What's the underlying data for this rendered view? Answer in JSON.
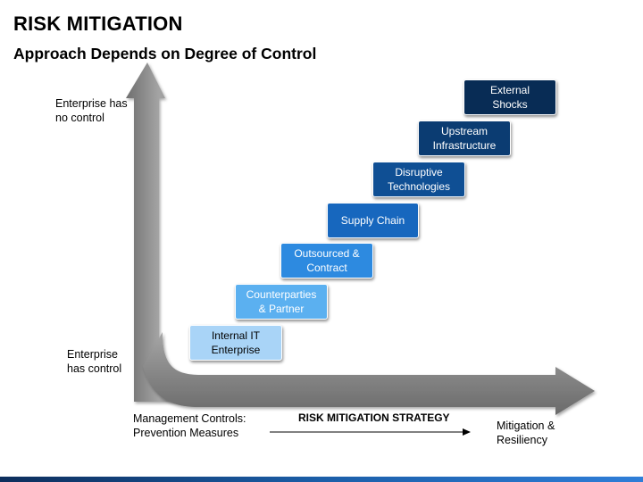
{
  "header": {
    "title": "RISK MITIGATION",
    "subtitle": "Approach Depends on Degree of Control"
  },
  "axis": {
    "top_label": "Enterprise has\nno control",
    "bottom_label": "Enterprise\nhas control",
    "left_label": "Management Controls:\nPrevention Measures",
    "center_label": "RISK MITIGATION STRATEGY",
    "right_label": "Mitigation &\nResiliency"
  },
  "steps": [
    {
      "text": "Internal IT\nEnterprise",
      "color": "#a9d4f7",
      "text_color": "#000000"
    },
    {
      "text": "Counterparties\n& Partner",
      "color": "#5bb0f0",
      "text_color": "#ffffff"
    },
    {
      "text": "Outsourced &\nContract",
      "color": "#2d8ae0",
      "text_color": "#ffffff"
    },
    {
      "text": "Supply Chain",
      "color": "#1767be",
      "text_color": "#ffffff"
    },
    {
      "text": "Disruptive\nTechnologies",
      "color": "#0f4f94",
      "text_color": "#ffffff"
    },
    {
      "text": "Upstream\nInfrastructure",
      "color": "#0b3c72",
      "text_color": "#ffffff"
    },
    {
      "text": "External\nShocks",
      "color": "#082c55",
      "text_color": "#ffffff"
    }
  ],
  "colors": {
    "arrow_gray": "#7f7f7f",
    "arrow_highlight": "#a6a6a6"
  }
}
